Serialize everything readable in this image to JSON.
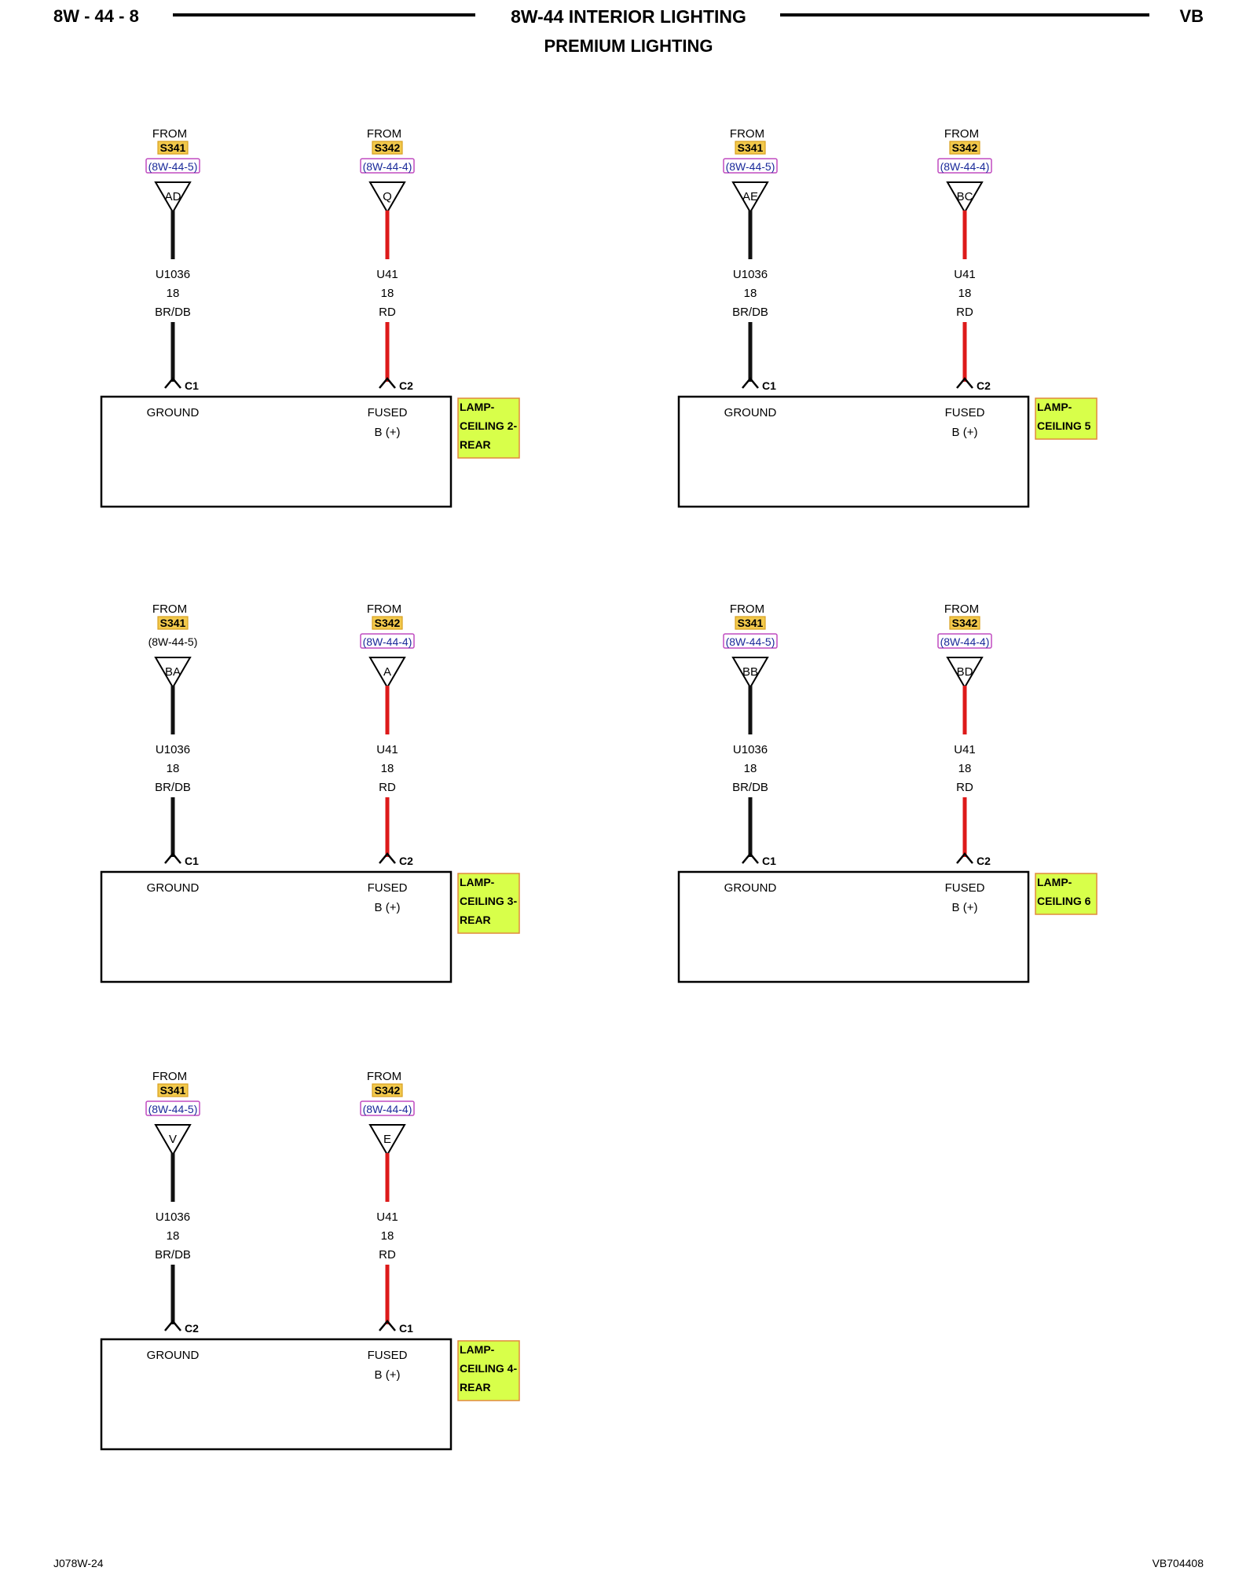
{
  "header": {
    "page_ref": "8W - 44 - 8",
    "title": "8W-44 INTERIOR LIGHTING",
    "subtitle": "PREMIUM LIGHTING",
    "badge": "VB"
  },
  "footer": {
    "left_code": "J078W-24",
    "right_code": "VB704408"
  },
  "colors": {
    "ground_wire": "#111111",
    "feed_wire": "#dd1a1a",
    "splice_highlight": "#f2c94c",
    "label_highlight": "#d8ff4a",
    "label_border": "#e08a3c",
    "ref_border": "#c04cc0",
    "ref_text": "#1a2a9a"
  },
  "circuits": [
    {
      "component": [
        "LAMP-",
        "CEILING 2-",
        "REAR"
      ],
      "ground": {
        "from": "FROM",
        "splice": "S341",
        "ref": "(8W-44-5)",
        "ref_boxed": true,
        "pin": "AD",
        "circuit": "U1036",
        "gauge": "18",
        "color": "BR/DB",
        "connector": "C1",
        "label": "GROUND"
      },
      "feed": {
        "from": "FROM",
        "splice": "S342",
        "ref": "(8W-44-4)",
        "ref_boxed": true,
        "pin": "Q",
        "circuit": "U41",
        "gauge": "18",
        "color": "RD",
        "connector": "C2",
        "label": "FUSED",
        "label2": "B (+)"
      }
    },
    {
      "component": [
        "LAMP-",
        "CEILING 5"
      ],
      "ground": {
        "from": "FROM",
        "splice": "S341",
        "ref": "(8W-44-5)",
        "ref_boxed": true,
        "pin": "AE",
        "circuit": "U1036",
        "gauge": "18",
        "color": "BR/DB",
        "connector": "C1",
        "label": "GROUND"
      },
      "feed": {
        "from": "FROM",
        "splice": "S342",
        "ref": "(8W-44-4)",
        "ref_boxed": true,
        "pin": "BC",
        "circuit": "U41",
        "gauge": "18",
        "color": "RD",
        "connector": "C2",
        "label": "FUSED",
        "label2": "B (+)"
      }
    },
    {
      "component": [
        "LAMP-",
        "CEILING 3-",
        "REAR"
      ],
      "ground": {
        "from": "FROM",
        "splice": "S341",
        "ref": "(8W-44-5)",
        "ref_boxed": false,
        "pin": "BA",
        "circuit": "U1036",
        "gauge": "18",
        "color": "BR/DB",
        "connector": "C1",
        "label": "GROUND"
      },
      "feed": {
        "from": "FROM",
        "splice": "S342",
        "ref": "(8W-44-4)",
        "ref_boxed": true,
        "pin": "A",
        "circuit": "U41",
        "gauge": "18",
        "color": "RD",
        "connector": "C2",
        "label": "FUSED",
        "label2": "B (+)"
      }
    },
    {
      "component": [
        "LAMP-",
        "CEILING 6"
      ],
      "ground": {
        "from": "FROM",
        "splice": "S341",
        "ref": "(8W-44-5)",
        "ref_boxed": true,
        "pin": "BB",
        "circuit": "U1036",
        "gauge": "18",
        "color": "BR/DB",
        "connector": "C1",
        "label": "GROUND"
      },
      "feed": {
        "from": "FROM",
        "splice": "S342",
        "ref": "(8W-44-4)",
        "ref_boxed": true,
        "pin": "BD",
        "circuit": "U41",
        "gauge": "18",
        "color": "RD",
        "connector": "C2",
        "label": "FUSED",
        "label2": "B (+)"
      }
    },
    {
      "component": [
        "LAMP-",
        "CEILING 4-",
        "REAR"
      ],
      "ground": {
        "from": "FROM",
        "splice": "S341",
        "ref": "(8W-44-5)",
        "ref_boxed": true,
        "pin": "V",
        "circuit": "U1036",
        "gauge": "18",
        "color": "BR/DB",
        "connector": "C2",
        "label": "GROUND"
      },
      "feed": {
        "from": "FROM",
        "splice": "S342",
        "ref": "(8W-44-4)",
        "ref_boxed": true,
        "pin": "E",
        "circuit": "U41",
        "gauge": "18",
        "color": "RD",
        "connector": "C1",
        "label": "FUSED",
        "label2": "B (+)"
      }
    }
  ]
}
